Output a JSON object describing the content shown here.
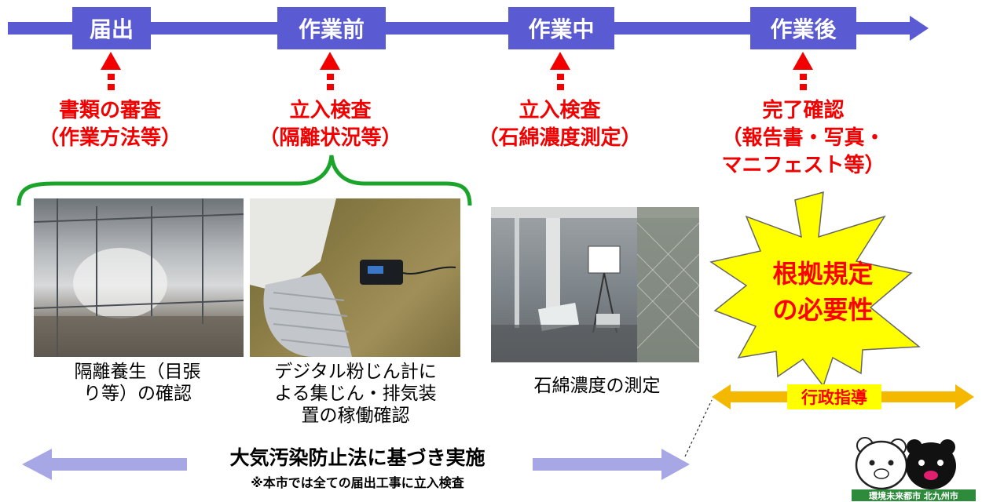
{
  "stages": [
    "届出",
    "作業前",
    "作業中",
    "作業後"
  ],
  "checks": [
    {
      "line1": "書類の審査",
      "line2": "（作業方法等）",
      "line3": ""
    },
    {
      "line1": "立入検査",
      "line2": "（隔離状況等）",
      "line3": ""
    },
    {
      "line1": "立入検査",
      "line2": "（石綿濃度測定）",
      "line3": ""
    },
    {
      "line1": "完了確認",
      "line2": "（報告書・写真・",
      "line3": "マニフェスト等）"
    }
  ],
  "photos": {
    "isolation": {
      "caption_line1": "隔離養生（目張",
      "caption_line2": "り等）の確認",
      "caption_line3": ""
    },
    "dust_meter": {
      "caption_line1": "デジタル粉じん計に",
      "caption_line2": "よる集じん・排気装",
      "caption_line3": "置の稼働確認"
    },
    "asbestos": {
      "caption_line1": "石綿濃度の測定",
      "caption_line2": "",
      "caption_line3": ""
    }
  },
  "burst": {
    "line1": "根拠規定",
    "line2": "の必要性"
  },
  "admin_guidance": "行政指導",
  "law": {
    "main": "大気汚染防止法に基づき実施",
    "note": "※本市では全ての届出工事に立入検査"
  },
  "logo": {
    "text": "環境未来都市 北九州市"
  },
  "colors": {
    "timeline": "#5a5ad3",
    "check_red": "#f20000",
    "bracket": "#1aa52a",
    "burst": "#ffff00",
    "admin_arrow": "#f5b800",
    "law_arrow": "#a7a7e6"
  }
}
